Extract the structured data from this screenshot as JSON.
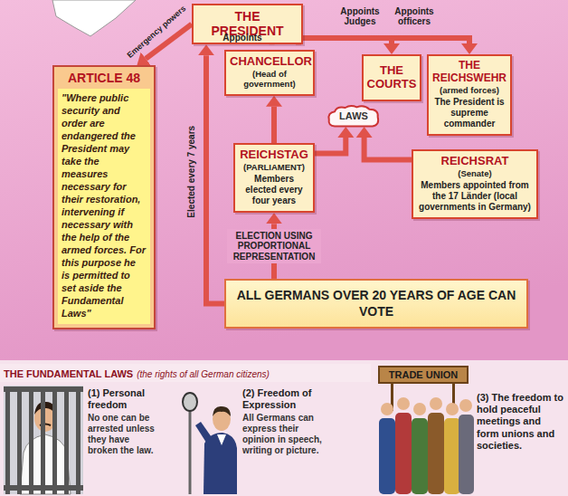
{
  "diagram": {
    "nodes": [
      {
        "text": [
          "THE PRESIDENT"
        ]
      },
      {
        "text": [
          "CHANCELLOR",
          "(Head of government)"
        ]
      },
      {
        "text": [
          "THE COURTS"
        ]
      },
      {
        "text": [
          "THE REICHSWEHR",
          "(armed forces)",
          "The President is supreme commander"
        ]
      },
      {
        "text": [
          "LAWS"
        ]
      },
      {
        "text": [
          "REICHSTAG",
          "(PARLIAMENT)",
          "Members elected every four years"
        ]
      },
      {
        "text": [
          "REICHSRAT",
          "(Senate)",
          "Members appointed from the 17 Länder (local governments in Germany)"
        ]
      },
      {
        "text": [
          "ARTICLE 48",
          "\"Where public security and order are endangered the President may take the measures necessary for their restoration, intervening if necessary with the help of the armed forces. For this purpose he is permitted to set aside the Fundamental Laws\""
        ]
      },
      {
        "text": [
          "ALL GERMANS OVER 20 YEARS OF AGE CAN VOTE"
        ]
      },
      {
        "text": [
          "THE FUNDAMENTAL LAWS",
          "(the rights of all German citizens)"
        ]
      },
      {
        "text": [
          "TRADE UNION"
        ]
      }
    ],
    "edges": [
      {
        "from": 0,
        "to": 7,
        "arrow": "to",
        "label": "Emergency powers"
      },
      {
        "from": 0,
        "to": 1,
        "arrow": "to",
        "label": "Appoints"
      },
      {
        "from": 0,
        "to": 2,
        "arrow": "to",
        "label": "Appoints Judges"
      },
      {
        "from": 0,
        "to": 3,
        "arrow": "to",
        "label": "Appoints officers"
      },
      {
        "from": 5,
        "to": 1,
        "arrow": "to"
      },
      {
        "from": 5,
        "to": 4,
        "arrow": "to"
      },
      {
        "from": 6,
        "to": 4,
        "arrow": "to"
      },
      {
        "from": 8,
        "to": 5,
        "arrow": "to",
        "label": "ELECTION USING PROPORTIONAL REPRESENTATION"
      },
      {
        "from": 8,
        "to": 0,
        "arrow": "to",
        "label": "Elected every 7 years"
      }
    ],
    "labels": [
      "(1) Personal freedom",
      "No one can be arrested unless they have broken the law.",
      "(2) Freedom of Expression",
      "All Germans can express their opinion in speech, writing or picture.",
      "(3) The freedom to hold peaceful meetings and form unions and societies."
    ]
  }
}
